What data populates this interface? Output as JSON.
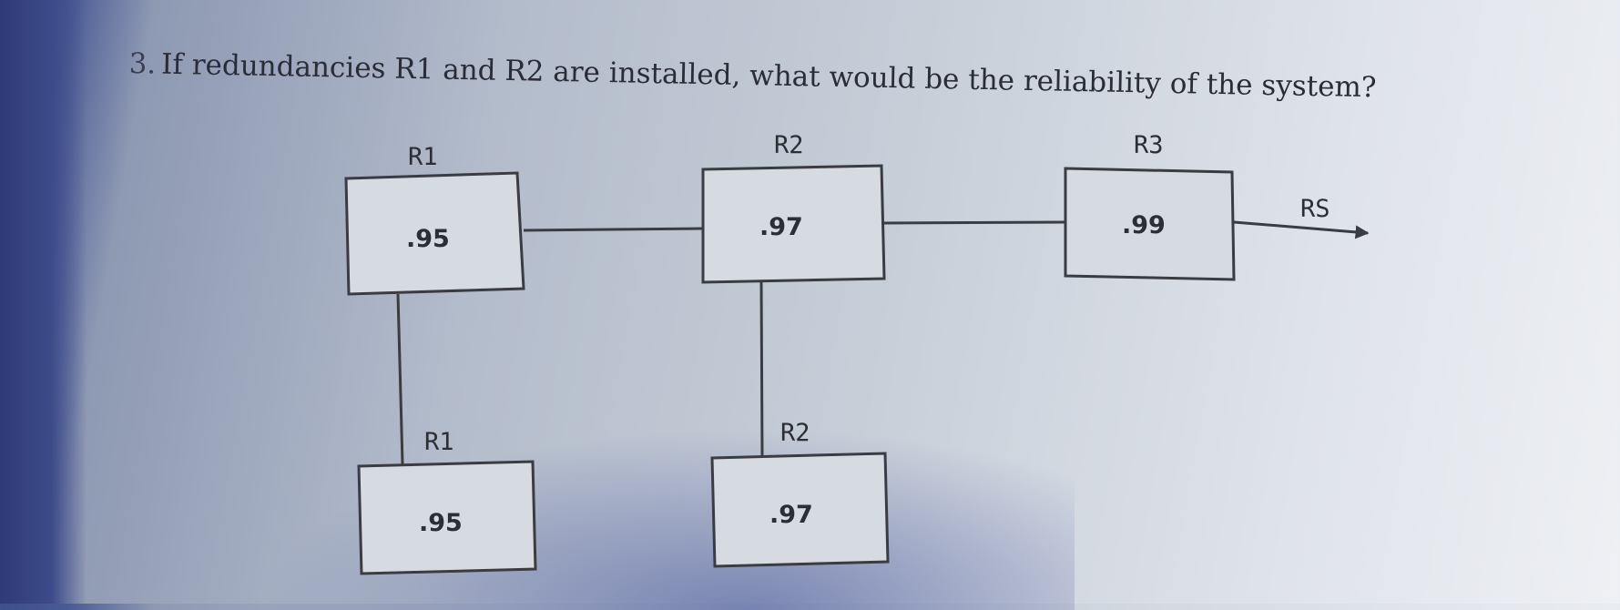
{
  "question": {
    "number": "3.",
    "text": "If redundancies R1 and R2 are installed, what would be the reliability of the system?"
  },
  "diagram": {
    "main_r1": {
      "label": "R1",
      "value": ".95"
    },
    "main_r2": {
      "label": "R2",
      "value": ".97"
    },
    "main_r3": {
      "label": "R3",
      "value": ".99"
    },
    "backup_r1": {
      "label": "R1",
      "value": ".95"
    },
    "backup_r2": {
      "label": "R2",
      "value": ".97"
    },
    "output_label": "RS"
  }
}
